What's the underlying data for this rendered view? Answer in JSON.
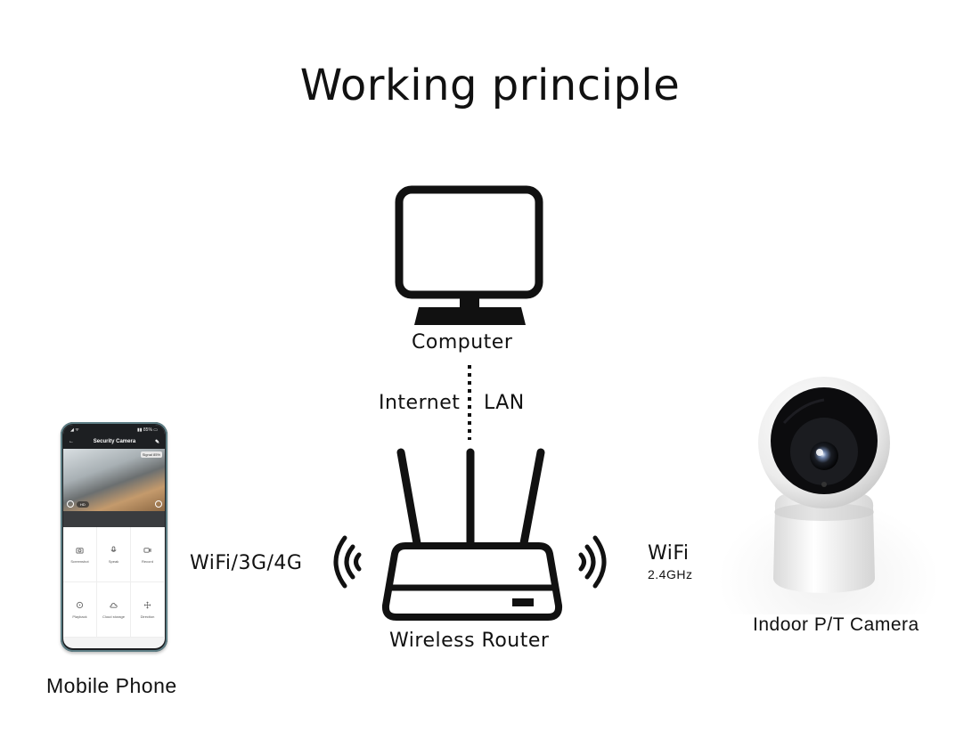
{
  "title": "Working principle",
  "computer": {
    "label": "Computer"
  },
  "link": {
    "left": "Internet",
    "right": "LAN"
  },
  "router": {
    "label": "Wireless Router"
  },
  "phone": {
    "label": "Mobile Phone",
    "app_title": "Security Camera",
    "signal": "Signal 85%",
    "hd": "HD",
    "controls": [
      "Screenshot",
      "Speak",
      "Record",
      "Playback",
      "Cloud storage",
      "Direction"
    ]
  },
  "phone_link": {
    "label": "WiFi/3G/4G"
  },
  "camera_link": {
    "label": "WiFi",
    "band": "2.4GHz"
  },
  "camera": {
    "label": "Indoor P/T Camera"
  },
  "colors": {
    "ink": "#111111",
    "phone_frame": "#5e7f86"
  }
}
